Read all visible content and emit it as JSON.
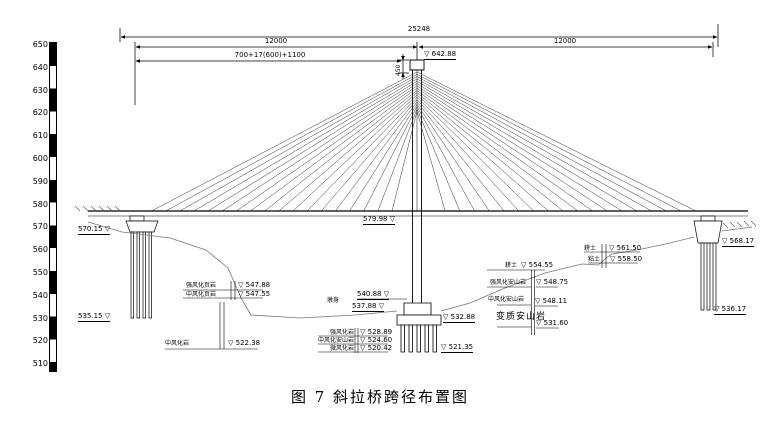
{
  "figure": {
    "caption": "图 7 斜拉桥跨径布置图"
  },
  "icons": {
    "elevation_marker": "▽"
  },
  "elevation_scale": {
    "labels": [
      "650",
      "640",
      "630",
      "620",
      "610",
      "600",
      "590",
      "580",
      "570",
      "560",
      "550",
      "540",
      "530",
      "520",
      "510"
    ]
  },
  "dimensions": {
    "total_span": "25248",
    "left_span": "12000",
    "right_span": "12000",
    "cable_spacing": "700+17(600)+1100",
    "tower_anchor_height": "450"
  },
  "elevations": {
    "tower_top": "642.88",
    "deck_at_tower": "579.98",
    "left_abutment": "570.15",
    "left_pile_tip": "535.15",
    "right_abutment": "568.17",
    "right_pile_tip": "536.17",
    "left_stratum_1": "547.88",
    "left_stratum_2": "547.55",
    "left_rock": "522.38",
    "cap_top": "540.88",
    "cap_mid": "537.88",
    "cap_bottom": "532.88",
    "tower_pile_tip": "521.35",
    "center_stratum_1": "528.89",
    "center_stratum_2": "524.60",
    "center_stratum_3": "520.42",
    "right_terrace_1": "561.50",
    "right_terrace_2": "558.50",
    "borehole_1": "554.55",
    "borehole_2": "548.75",
    "borehole_3": "548.11",
    "borehole_4": "531.60"
  },
  "geology": {
    "left_stratum_1": "强风化页岩",
    "left_stratum_2": "中风化页岩",
    "left_rock": "中风化岩",
    "pier_label": "墩身",
    "center_stratum_1": "强风化岩",
    "center_stratum_2": "中风化安山岩",
    "center_stratum_3": "微风化岩",
    "right_soil_1": "耕土",
    "right_soil_2": "粘土",
    "borehole_1": "耕土",
    "borehole_2": "强风化安山岩",
    "borehole_3": "中风化安山岩",
    "borehole_4": "变质安山岩"
  }
}
